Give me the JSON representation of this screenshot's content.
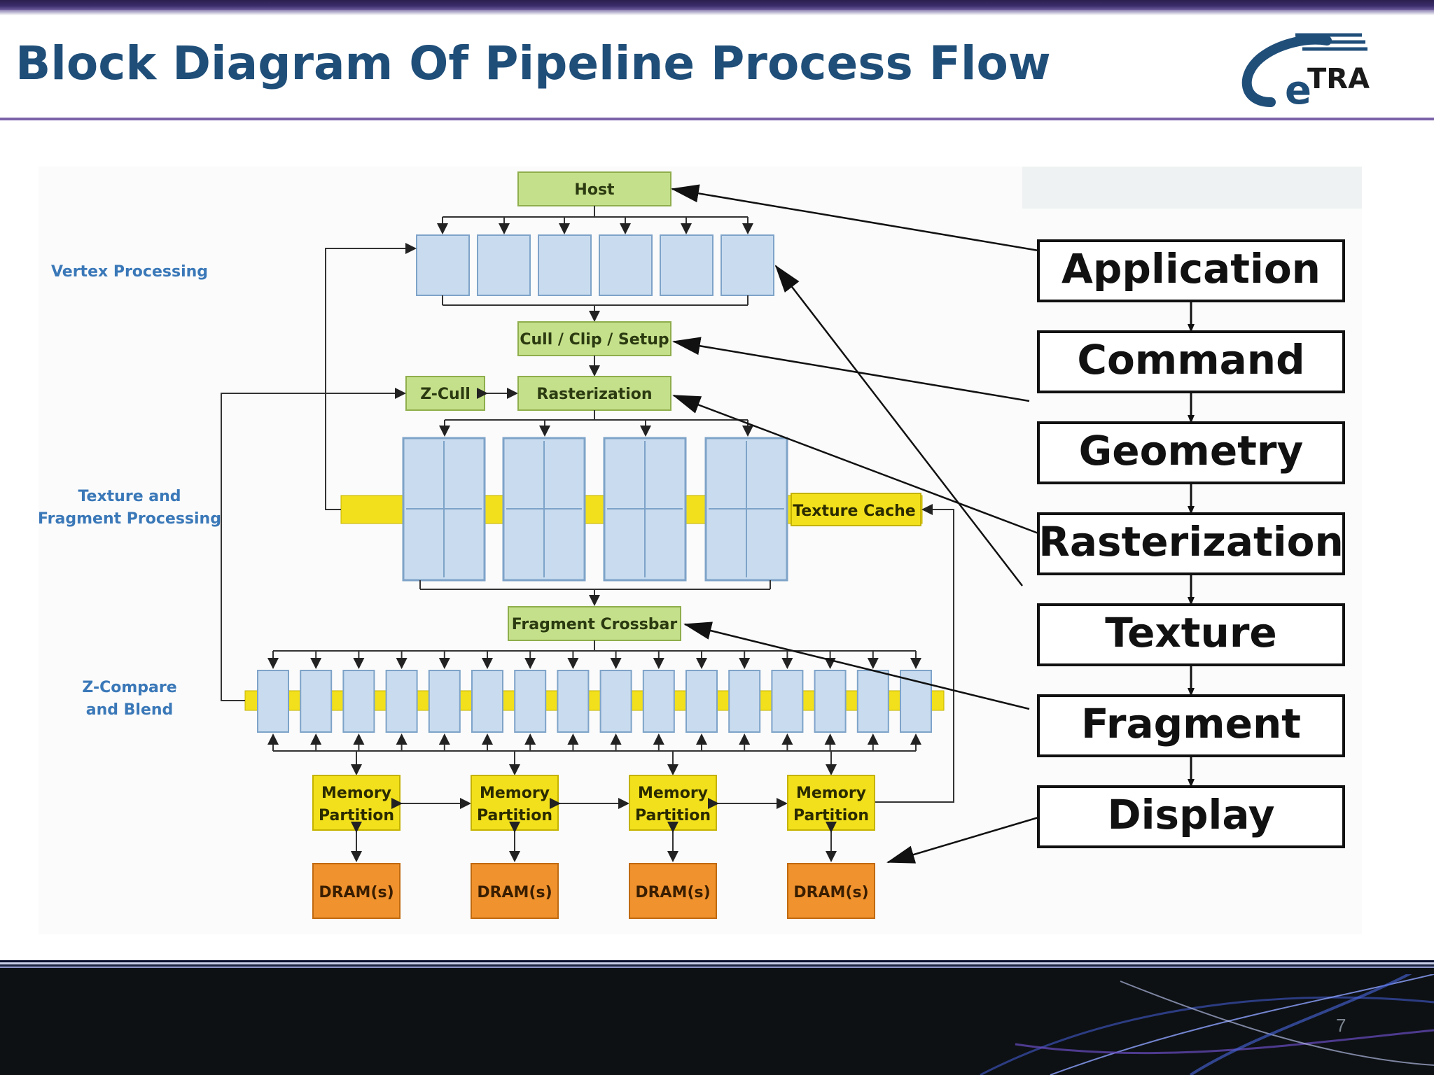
{
  "slide": {
    "title": "Block Diagram Of Pipeline Process Flow",
    "logo_text": "TRA",
    "page_number": "7"
  },
  "diagram": {
    "host": "Host",
    "cull_clip_setup": "Cull / Clip / Setup",
    "z_cull": "Z-Cull",
    "rasterization": "Rasterization",
    "texture_cache": "Texture Cache",
    "fragment_crossbar": "Fragment Crossbar",
    "memory_partition_line1": "Memory",
    "memory_partition_line2": "Partition",
    "dram": "DRAM(s)",
    "side_labels": {
      "vertex_processing": "Vertex Processing",
      "texture_fragment_line1": "Texture and",
      "texture_fragment_line2": "Fragment Processing",
      "z_compare_line1": "Z-Compare",
      "z_compare_line2": "and Blend"
    },
    "pipeline_stages": [
      "Application",
      "Command",
      "Geometry",
      "Rasterization",
      "Texture",
      "Fragment",
      "Display"
    ]
  },
  "colors": {
    "title": "#1f4e79",
    "green_box": "#c5e08b",
    "yellow_box": "#f2e01c",
    "orange_box": "#f0922e",
    "blue_block": "#c9dcef",
    "side_label": "#3a78b8"
  }
}
